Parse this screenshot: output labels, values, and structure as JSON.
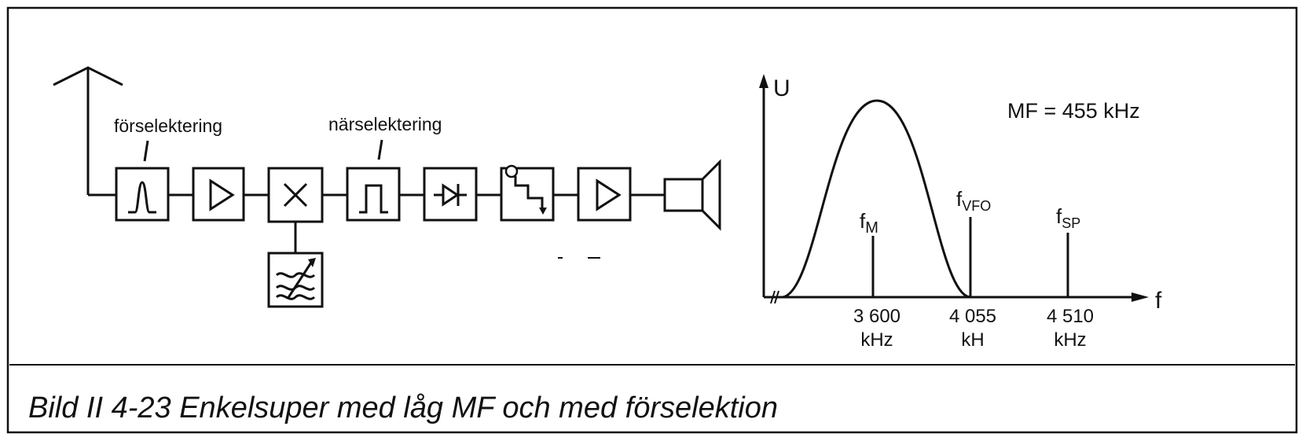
{
  "block_diagram": {
    "labels": {
      "preselection": "förselektering",
      "near_selection": "närselektering"
    },
    "blocks": [
      {
        "id": "preselect-filter",
        "symbol": "bandpass-icon"
      },
      {
        "id": "rf-amplifier",
        "symbol": "amplifier-icon"
      },
      {
        "id": "mixer",
        "symbol": "mixer-icon"
      },
      {
        "id": "if-filter",
        "symbol": "filter-icon"
      },
      {
        "id": "detector",
        "symbol": "diode-icon"
      },
      {
        "id": "volume-control",
        "symbol": "volume-icon"
      },
      {
        "id": "af-amplifier",
        "symbol": "amplifier-icon"
      },
      {
        "id": "loudspeaker",
        "symbol": "speaker-icon"
      },
      {
        "id": "vfo",
        "symbol": "oscillator-icon"
      }
    ]
  },
  "spectrum": {
    "y_label": "U",
    "x_label": "f",
    "if_note": "MF = 455 kHz",
    "lines": [
      {
        "base": "f",
        "sub": "M",
        "tick": "3 600",
        "unit": "kHz"
      },
      {
        "base": "f",
        "sub": "VFO",
        "tick": "4 055",
        "unit": "kH"
      },
      {
        "base": "f",
        "sub": "SP",
        "tick": "4 510",
        "unit": "kHz"
      }
    ]
  },
  "caption": "Bild II 4-23  Enkelsuper med låg MF och med förselektion"
}
